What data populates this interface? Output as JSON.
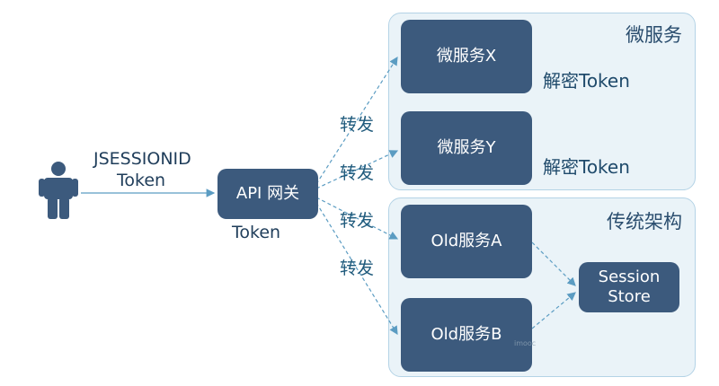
{
  "groups": {
    "microservice": {
      "title": "微服务"
    },
    "legacy": {
      "title": "传统架构"
    }
  },
  "client": {
    "icon": "person-icon"
  },
  "labels": {
    "session_id": "JSESSIONID",
    "token_in": "Token",
    "token_out": "Token",
    "forward_1": "转发",
    "forward_2": "转发",
    "forward_3": "转发",
    "forward_4": "转发",
    "decrypt_x": "解密Token",
    "decrypt_y": "解密Token"
  },
  "nodes": {
    "gateway": "API 网关",
    "service_x": "微服务X",
    "service_y": "微服务Y",
    "old_a": "Old服务A",
    "old_b": "Old服务B",
    "session_store_line1": "Session",
    "session_store_line2": "Store"
  },
  "watermark": "imooc",
  "colors": {
    "node_fill": "#3c5a7d",
    "group_fill": "#eaf3f8",
    "label_text": "#1f5a7c",
    "connector": "#5b9cc2"
  }
}
